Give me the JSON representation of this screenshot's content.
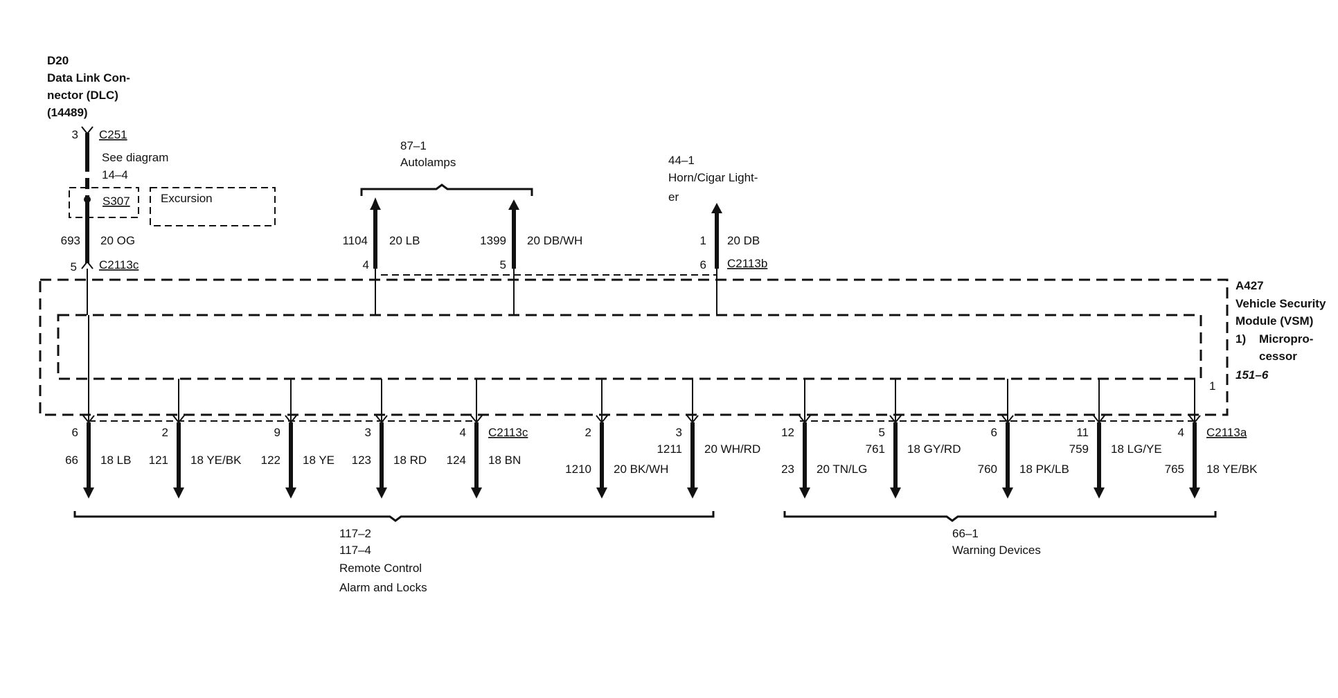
{
  "dlc": {
    "id": "D20",
    "name_line1": "Data Link Con-",
    "name_line2": "nector (DLC)",
    "part": "(14489)",
    "pin_top": "3",
    "connector_top": "C251",
    "see_line1": "See diagram",
    "see_line2": "14–4",
    "splice": "S307",
    "excursion": "Excursion",
    "circuit": "693",
    "wire": "20 OG",
    "pin_bottom": "5",
    "connector_bottom": "C2113c"
  },
  "autolamps": {
    "ref": "87–1",
    "label": "Autolamps",
    "left": {
      "circuit": "1104",
      "wire": "20 LB",
      "pin": "4"
    },
    "right": {
      "circuit": "1399",
      "wire": "20 DB/WH",
      "pin": "5"
    }
  },
  "horn": {
    "ref": "44–1",
    "label_line1": "Horn/Cigar Light-",
    "label_line2": "er",
    "circuit": "1",
    "wire": "20 DB",
    "pin": "6",
    "connector": "C2113b"
  },
  "vsm": {
    "id": "A427",
    "name_line1": "Vehicle Security",
    "name_line2": "Module (VSM)",
    "item_num": "1)",
    "item_line1": "Micropro-",
    "item_line2": "cessor",
    "ref": "151–6",
    "inner_pin": "1"
  },
  "bottom_wires": [
    {
      "pin": "6",
      "circuit": "66",
      "wire": "18 LB"
    },
    {
      "pin": "2",
      "circuit": "121",
      "wire": "18 YE/BK"
    },
    {
      "pin": "9",
      "circuit": "122",
      "wire": "18 YE"
    },
    {
      "pin": "3",
      "circuit": "123",
      "wire": "18 RD"
    },
    {
      "pin": "4",
      "circuit": "124",
      "wire": "18 BN"
    },
    {
      "pin": "2",
      "circuit": "1210",
      "wire": "20 BK/WH"
    },
    {
      "pin": "3",
      "circuit": "1211",
      "wire": "20 WH/RD"
    },
    {
      "pin": "12",
      "circuit": "23",
      "wire": "20 TN/LG"
    },
    {
      "pin": "5",
      "circuit": "761",
      "wire": "18 GY/RD"
    },
    {
      "pin": "6",
      "circuit": "760",
      "wire": "18 PK/LB"
    },
    {
      "pin": "11",
      "circuit": "759",
      "wire": "18 LG/YE"
    },
    {
      "pin": "4",
      "circuit": "765",
      "wire": "18 YE/BK"
    }
  ],
  "bottom_connectors": {
    "c": "C2113c",
    "a": "C2113a"
  },
  "remote": {
    "ref1": "117–2",
    "ref2": "117–4",
    "label_line1": "Remote Control",
    "label_line2": "Alarm and Locks"
  },
  "warning": {
    "ref": "66–1",
    "label": "Warning Devices"
  }
}
